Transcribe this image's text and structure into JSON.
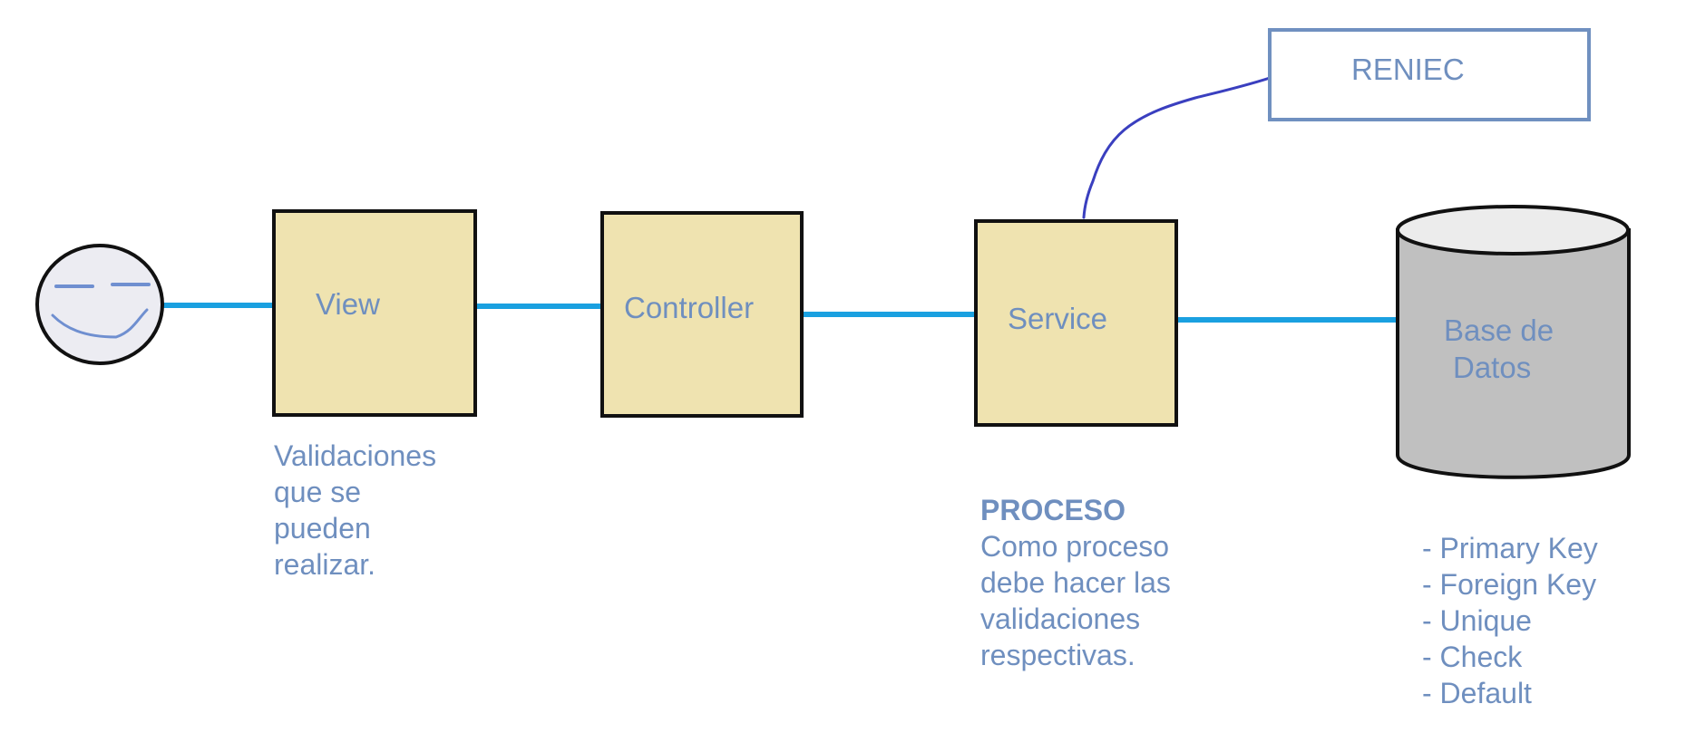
{
  "nodes": {
    "view": {
      "label": "View"
    },
    "controller": {
      "label": "Controller"
    },
    "service": {
      "label": "Service"
    },
    "reniec": {
      "label": "RENIEC"
    },
    "database": {
      "label_line1": "Base de",
      "label_line2": "Datos"
    }
  },
  "user_icon": {
    "icon": "smiley-face-icon"
  },
  "notes": {
    "view": [
      "Validaciones",
      "que se",
      "pueden",
      "realizar."
    ],
    "service": {
      "heading": "PROCESO",
      "lines": [
        "Como proceso",
        "debe hacer las",
        "validaciones",
        "respectivas."
      ]
    },
    "database": [
      "- Primary Key",
      "- Foreign Key",
      "- Unique",
      "- Check",
      "- Default"
    ]
  },
  "colors": {
    "box_fill": "#efe3b0",
    "box_stroke": "#111111",
    "connector": "#1aa0e0",
    "reniec_connector": "#3a3fbf",
    "text": "#6f8fbf",
    "db_fill": "#c0c0c0",
    "db_top": "#ececec",
    "reniec_stroke": "#7090c0"
  }
}
